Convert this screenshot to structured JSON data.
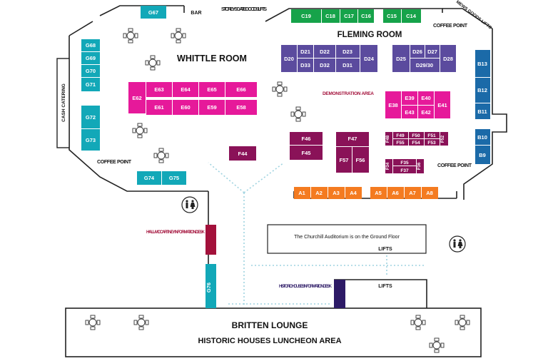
{
  "rooms": {
    "whittle": "WHITTLE ROOM",
    "fleming": "FLEMING ROOM",
    "britten": "BRITTEN LOUNGE",
    "luncheon": "HISTORIC HOUSES LUNCHEON AREA",
    "demonstration": "DEMONSTRATION AREA"
  },
  "labels": {
    "bar": "BAR",
    "storeys_gate": "STOREYS GATE GOODS LIFTS",
    "mews": "MEWS GOODS LIFTS",
    "coffee_point": "COFFEE POINT",
    "cash_catering": "CASH CATERING",
    "hall_mccartney": "HALL-MCCARTNEY INFORMATION DESK",
    "historic_houses_desk": "HISTORIC HOUSES INFORMATION DESK",
    "auditorium_note": "The Churchill Auditorium is on the Ground Floor",
    "lifts": "LIFTS"
  },
  "colors": {
    "teal": "#12a8b8",
    "green": "#16a34a",
    "indigo": "#5b4b9e",
    "magenta": "#e6199a",
    "plum": "#8a1258",
    "orange": "#f47b20",
    "blue": "#1b6aa8",
    "crimson": "#a3113b",
    "navy": "#2d1a66"
  },
  "booths": {
    "teal": [
      "G67",
      "G68",
      "G69",
      "G70",
      "G71",
      "G72",
      "G73",
      "G74",
      "G75",
      "G76"
    ],
    "green": [
      "C19",
      "C18",
      "C17",
      "C16",
      "C15",
      "C14"
    ],
    "indigo": [
      "D20",
      "D21",
      "D22",
      "D23",
      "D24",
      "D33",
      "D32",
      "D31",
      "D25",
      "D26",
      "D27",
      "D28",
      "D29/30"
    ],
    "magenta": [
      "E62",
      "E63",
      "E64",
      "E65",
      "E66",
      "E61",
      "E60",
      "E59",
      "E58",
      "E38",
      "E39",
      "E40",
      "E41",
      "E43",
      "E42"
    ],
    "plum": [
      "F44",
      "F45",
      "F46",
      "F47",
      "F57",
      "F56",
      "F48",
      "F49",
      "F50",
      "F51",
      "F52",
      "F55",
      "F54",
      "F53",
      "F34",
      "F35",
      "F37",
      "F36"
    ],
    "orange": [
      "A1",
      "A2",
      "A3",
      "A4",
      "A5",
      "A6",
      "A7",
      "A8"
    ],
    "blue": [
      "B13",
      "B12",
      "B11",
      "B10",
      "B9"
    ]
  }
}
